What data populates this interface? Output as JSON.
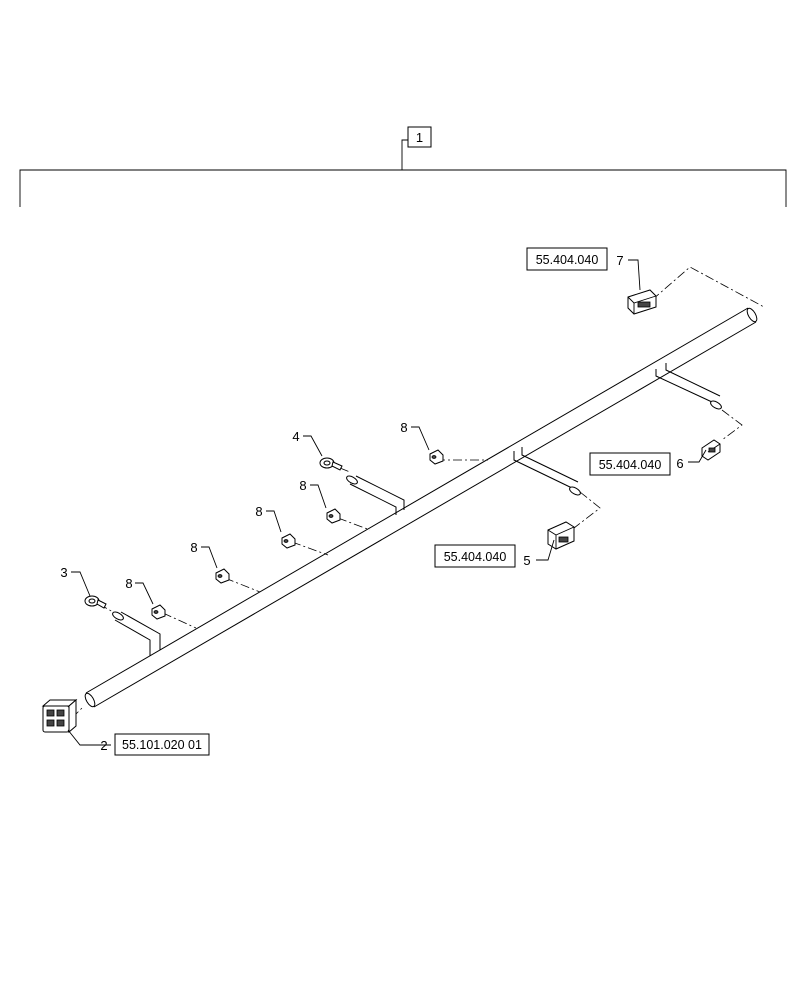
{
  "assembly": {
    "item": "1"
  },
  "items": [
    {
      "callout": "2",
      "ref": "55.101.020 01"
    },
    {
      "callout": "3",
      "ref": ""
    },
    {
      "callout": "4",
      "ref": ""
    },
    {
      "callout": "5",
      "ref": "55.404.040"
    },
    {
      "callout": "6",
      "ref": "55.404.040"
    },
    {
      "callout": "7",
      "ref": "55.404.040"
    },
    {
      "callout": "8",
      "ref": ""
    }
  ]
}
